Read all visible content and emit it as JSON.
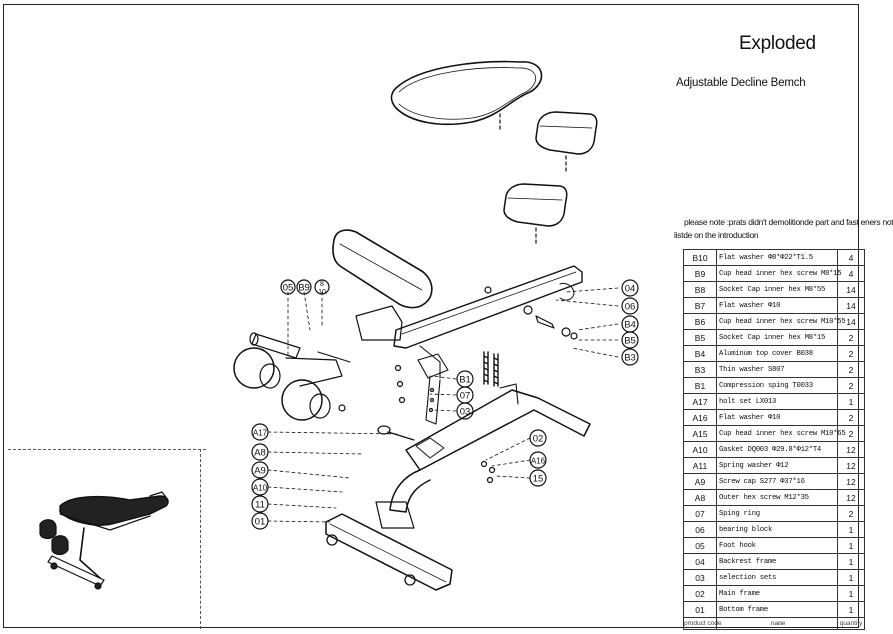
{
  "title": "Exploded",
  "subtitle": "Adjustable Decline Bemch",
  "note": {
    "line1": "please note :prats didn't demolitionde part and fast eners not",
    "line2": "listde on the introduction"
  },
  "bom": [
    {
      "code": "B10",
      "name": "Flat washer Φ8*Φ22*T1.5",
      "qty": "4"
    },
    {
      "code": "B9",
      "name": "Cup head inner hex screw  M8*15",
      "qty": "4"
    },
    {
      "code": "B8",
      "name": "Socket Cap inner hex M8*55",
      "qty": "14"
    },
    {
      "code": "B7",
      "name": "Flat washer Φ10",
      "qty": "14"
    },
    {
      "code": "B6",
      "name": "Cup head inner hex screw M10*55",
      "qty": "14"
    },
    {
      "code": "B5",
      "name": "Socket Cap inner hex M8*15",
      "qty": "2"
    },
    {
      "code": "B4",
      "name": "Aluminum top cover B038",
      "qty": "2"
    },
    {
      "code": "B3",
      "name": "Thin washer S807",
      "qty": "2"
    },
    {
      "code": "B1",
      "name": "Compression sping T0033",
      "qty": "2"
    },
    {
      "code": "A17",
      "name": "holt set LX013",
      "qty": "1"
    },
    {
      "code": "A16",
      "name": "Flat washer Φ10",
      "qty": "2"
    },
    {
      "code": "A15",
      "name": "Cup head inner hex screw  M10*65",
      "qty": "2"
    },
    {
      "code": "A10",
      "name": "Gasket DQ003  Φ29.8*Φ12*T4",
      "qty": "12"
    },
    {
      "code": "A11",
      "name": "Spring washer Φ12",
      "qty": "12"
    },
    {
      "code": "A9",
      "name": "Screw cap S277   Φ37*16",
      "qty": "12"
    },
    {
      "code": "A8",
      "name": "Outer hex screw M12*35",
      "qty": "12"
    },
    {
      "code": "07",
      "name": "Sping ring",
      "qty": "2"
    },
    {
      "code": "06",
      "name": "bearing block",
      "qty": "1"
    },
    {
      "code": "05",
      "name": "Foot hook",
      "qty": "1"
    },
    {
      "code": "04",
      "name": "Backrest frame",
      "qty": "1"
    },
    {
      "code": "03",
      "name": "selection sets",
      "qty": "1"
    },
    {
      "code": "02",
      "name": "Main frame",
      "qty": "1"
    },
    {
      "code": "01",
      "name": "Bottom frame",
      "qty": "1"
    }
  ],
  "bom_header": {
    "code": "product code",
    "name": "name",
    "qty": "quantity"
  },
  "callouts": {
    "c05": "05",
    "cB9": "B9",
    "c8": "8",
    "c10": "10",
    "c04": "04",
    "c06": "06",
    "cB4": "B4",
    "cB5": "B5",
    "cB3": "B3",
    "cB1": "B1",
    "c07": "07",
    "c03": "03",
    "cA17": "A17",
    "cA8": "A8",
    "cA9": "A9",
    "cA10": "A10",
    "c11": "11",
    "c01": "01",
    "c02": "02",
    "cA16": "A16",
    "c15": "15"
  }
}
